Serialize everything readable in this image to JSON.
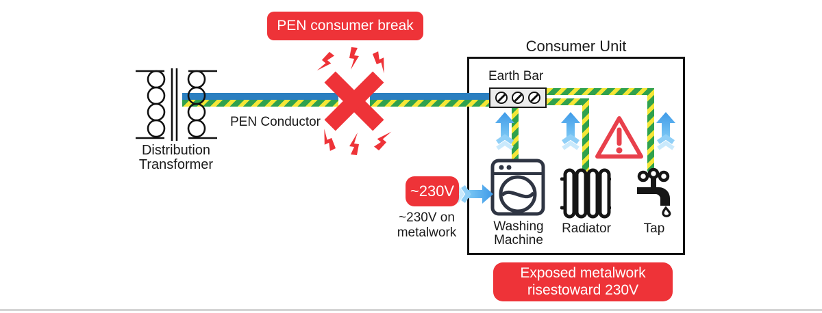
{
  "badges": {
    "pen_break": "PEN consumer break",
    "voltage": "~230V",
    "exposed": {
      "line1": "Exposed metalwork",
      "line2": "risestoward 230V"
    }
  },
  "labels": {
    "transformer": {
      "line1": "Distribution",
      "line2": "Transformer"
    },
    "pen_conductor": "PEN Conductor",
    "consumer_unit": "Consumer Unit",
    "earth_bar": "Earth Bar",
    "washing_machine": {
      "line1": "Washing",
      "line2": "Machine"
    },
    "radiator": "Radiator",
    "tap": "Tap",
    "metalwork": {
      "line1": "~230V on",
      "line2": "metalwork"
    }
  },
  "colors": {
    "badge_red": "#ee3338",
    "warning_red": "#e8404b",
    "wire_blue": "#2b7fc0",
    "wire_green": "#2fa14d",
    "wire_yellow": "#f5e636",
    "arrow_blue": "#4aa8ee",
    "arrow_light_blue": "#8fcff7",
    "icon_dark": "#2f3543",
    "line_black": "#111111"
  },
  "icons": {
    "transformer": "distribution-transformer-icon",
    "break": "break-x-icon",
    "bolt": "lightning-bolt-icon",
    "earth_bar": "earth-bar-terminal-icon",
    "up_arrow": "up-arrow-icon",
    "right_arrow": "right-arrow-icon",
    "warning": "warning-triangle-icon",
    "washing_machine": "washing-machine-icon",
    "radiator": "radiator-icon",
    "tap": "tap-icon"
  }
}
